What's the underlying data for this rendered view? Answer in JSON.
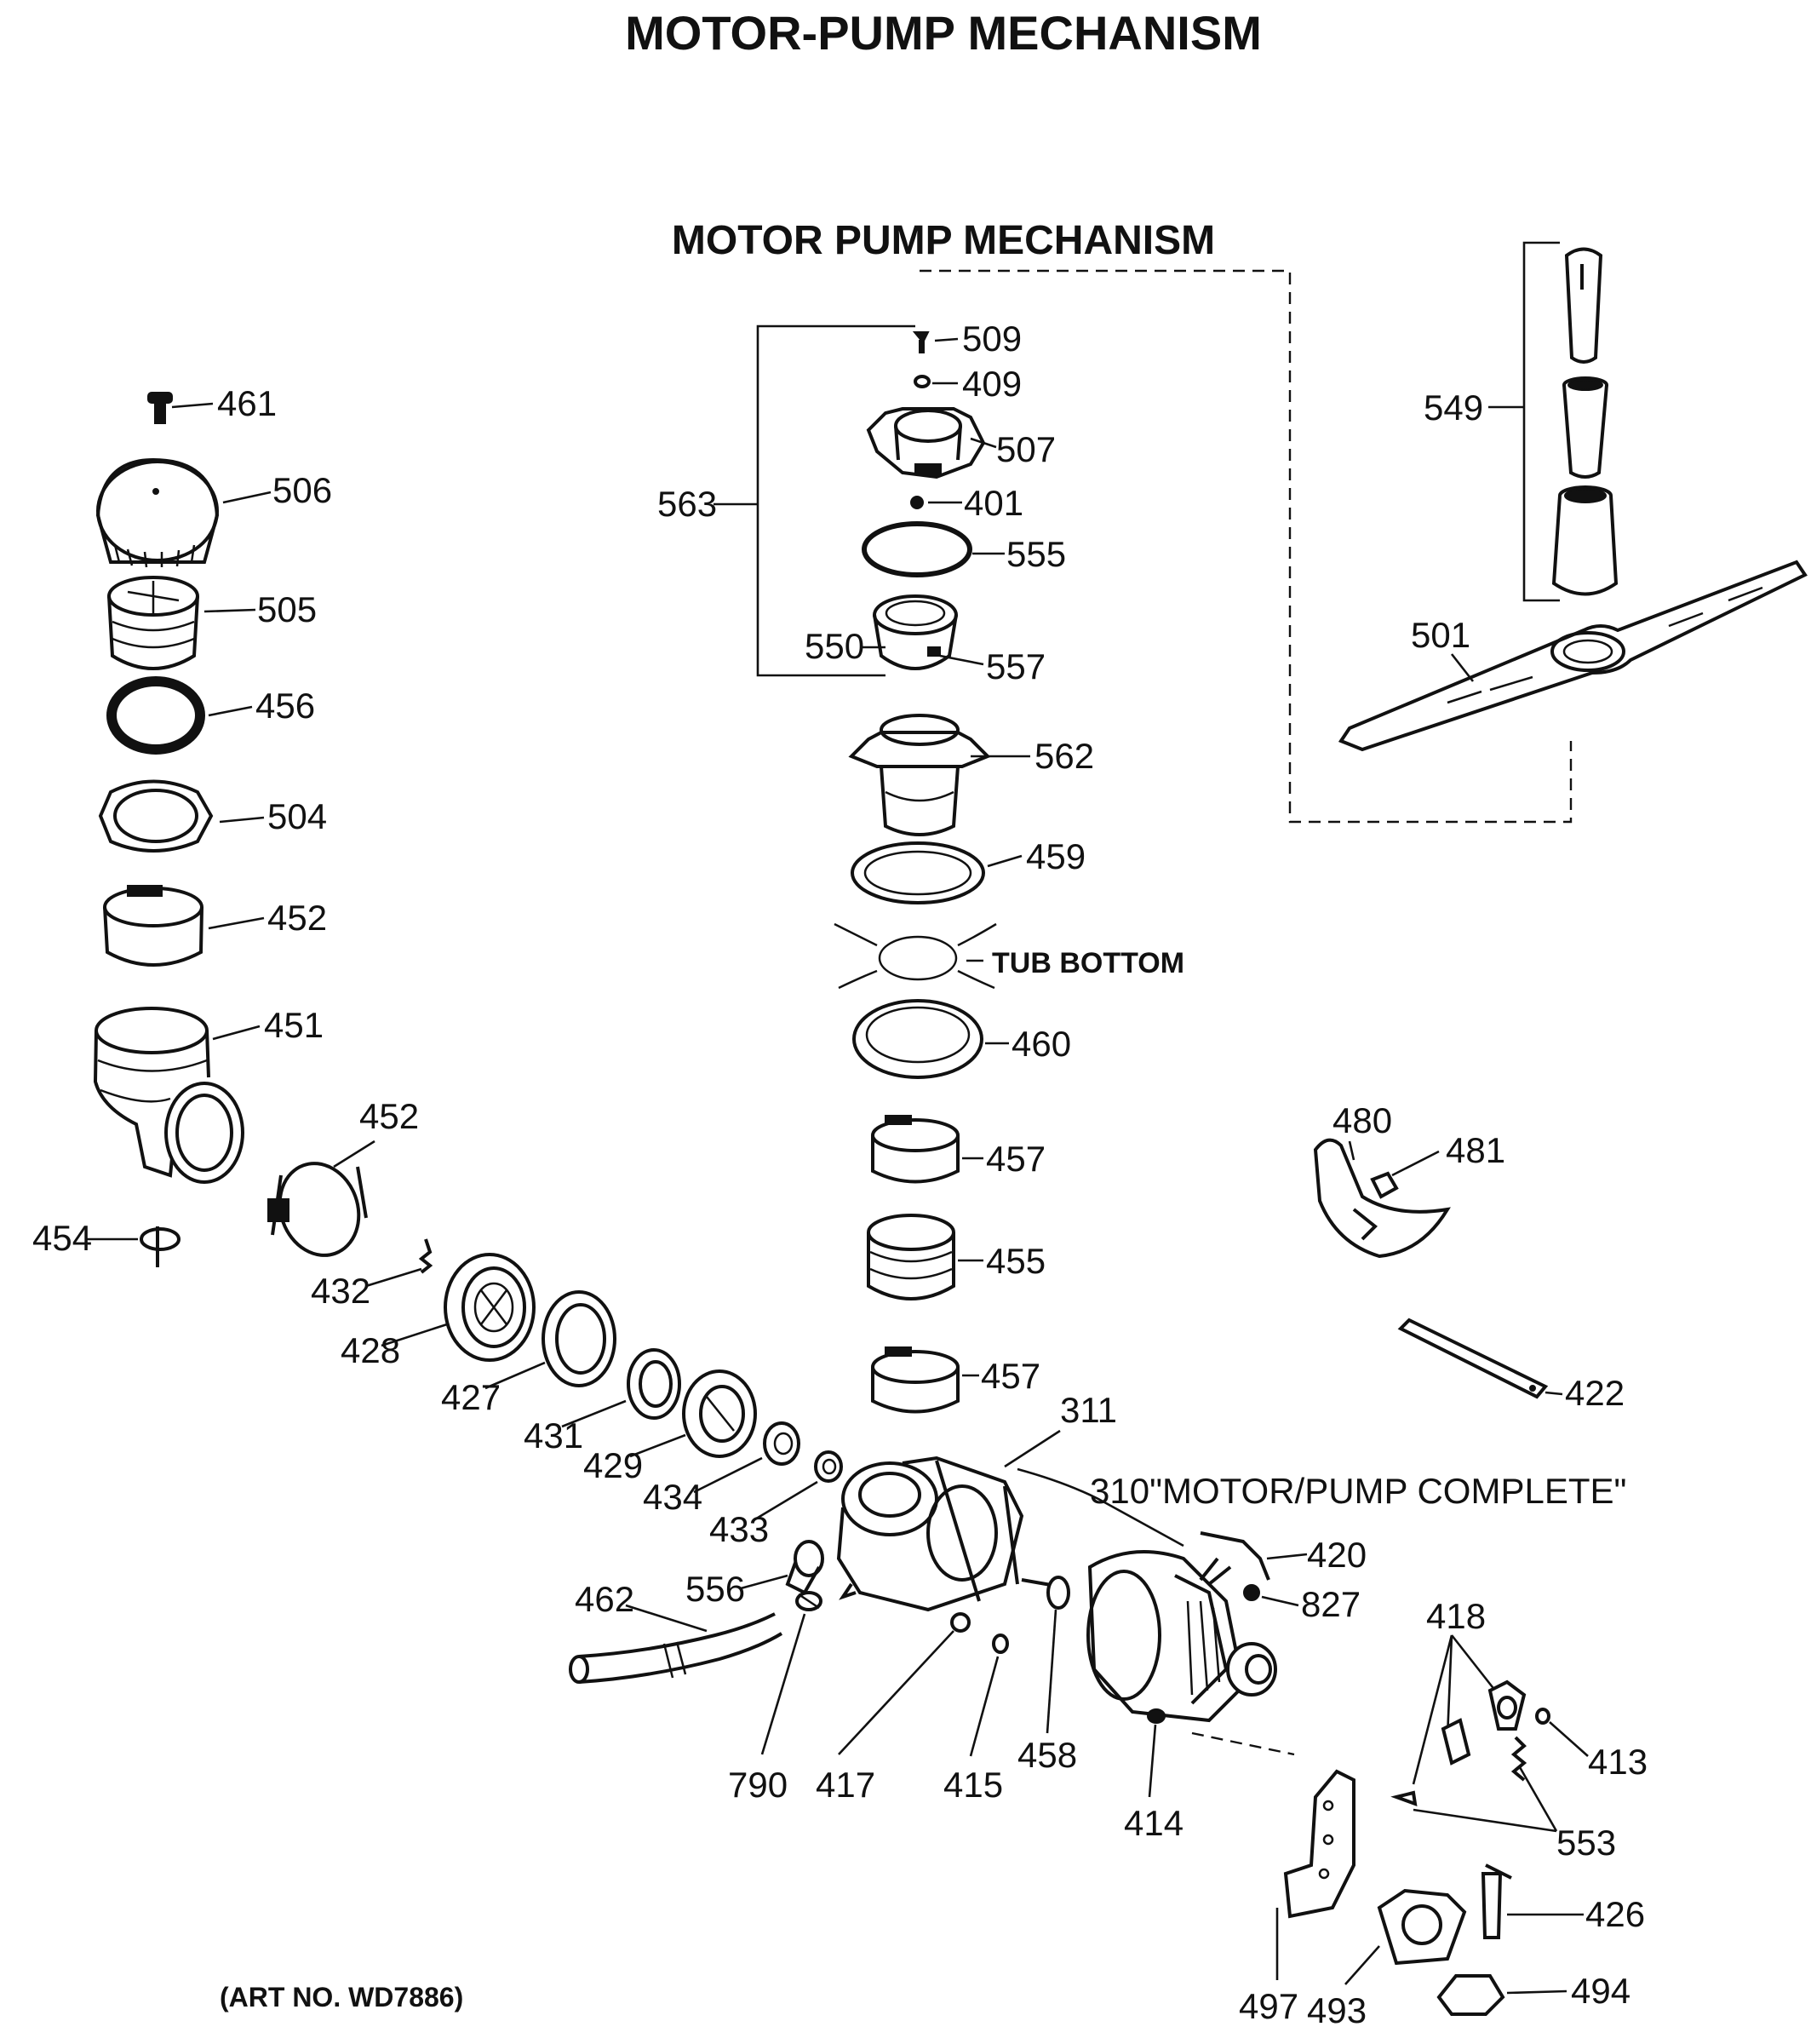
{
  "page_title": "MOTOR-PUMP MECHANISM",
  "section_title": "MOTOR PUMP MECHANISM",
  "art_number": "(ART NO. WD7886)",
  "annotations": {
    "tub_bottom": "TUB BOTTOM",
    "motor_pump_complete": "310\"MOTOR/PUMP COMPLETE\""
  },
  "part_labels": {
    "p461": "461",
    "p506": "506",
    "p505": "505",
    "p456": "456",
    "p504": "504",
    "p452a": "452",
    "p451": "451",
    "p454": "454",
    "p452b": "452",
    "p432": "432",
    "p428": "428",
    "p427": "427",
    "p431": "431",
    "p429": "429",
    "p434": "434",
    "p433": "433",
    "p556": "556",
    "p462": "462",
    "p790": "790",
    "p417": "417",
    "p415": "415",
    "p458": "458",
    "p414": "414",
    "p509": "509",
    "p409": "409",
    "p507": "507",
    "p401": "401",
    "p555": "555",
    "p563": "563",
    "p550": "550",
    "p557": "557",
    "p562": "562",
    "p459": "459",
    "p460": "460",
    "p457a": "457",
    "p455": "455",
    "p457b": "457",
    "p311": "311",
    "p420": "420",
    "p827": "827",
    "p549": "549",
    "p501": "501",
    "p480": "480",
    "p481": "481",
    "p422": "422",
    "p418": "418",
    "p413": "413",
    "p553": "553",
    "p426": "426",
    "p497": "497",
    "p493": "493",
    "p494": "494"
  }
}
